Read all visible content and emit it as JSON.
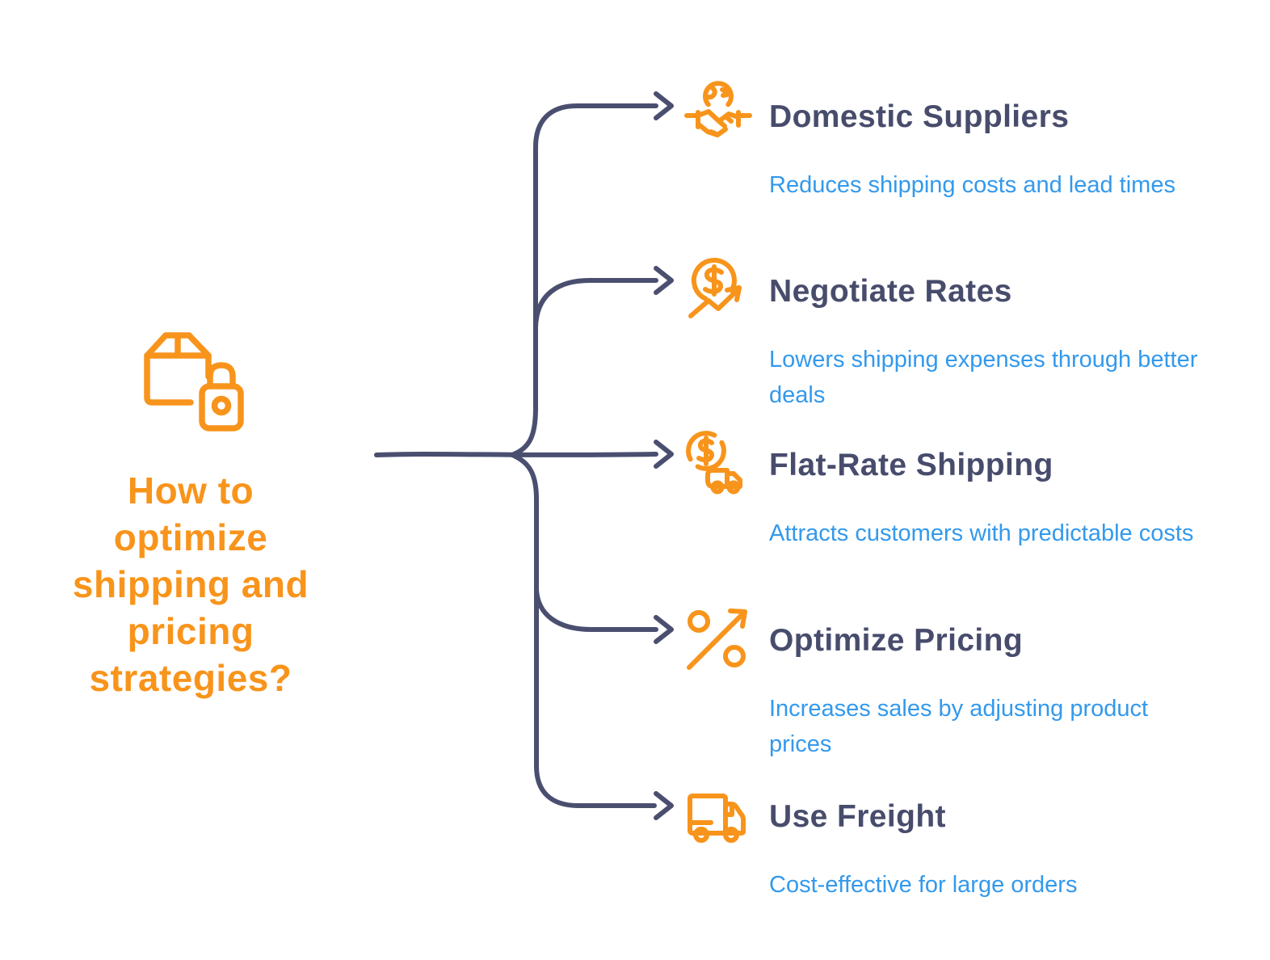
{
  "colors": {
    "orange": "#F8941B",
    "navy": "#484C6C",
    "line": "#4A4F70",
    "blue": "#3399EC",
    "bg": "#FFFFFF"
  },
  "center": {
    "icon": "package-lock-icon",
    "title": "How to optimize shipping and pricing strategies?",
    "title_lines": [
      "How to",
      "optimize",
      "shipping and",
      "pricing",
      "strategies?"
    ]
  },
  "branches": [
    {
      "icon": "handshake-globe-icon",
      "title": "Domestic Suppliers",
      "description": "Reduces shipping costs and lead times"
    },
    {
      "icon": "dollar-growth-icon",
      "title": "Negotiate Rates",
      "description": "Lowers shipping expenses through better deals"
    },
    {
      "icon": "coin-truck-icon",
      "title": "Flat-Rate Shipping",
      "description": "Attracts customers with predictable costs"
    },
    {
      "icon": "percent-arrow-icon",
      "title": "Optimize Pricing",
      "description": "Increases sales by adjusting product prices"
    },
    {
      "icon": "freight-truck-icon",
      "title": "Use Freight",
      "description": "Cost-effective for large orders"
    }
  ]
}
